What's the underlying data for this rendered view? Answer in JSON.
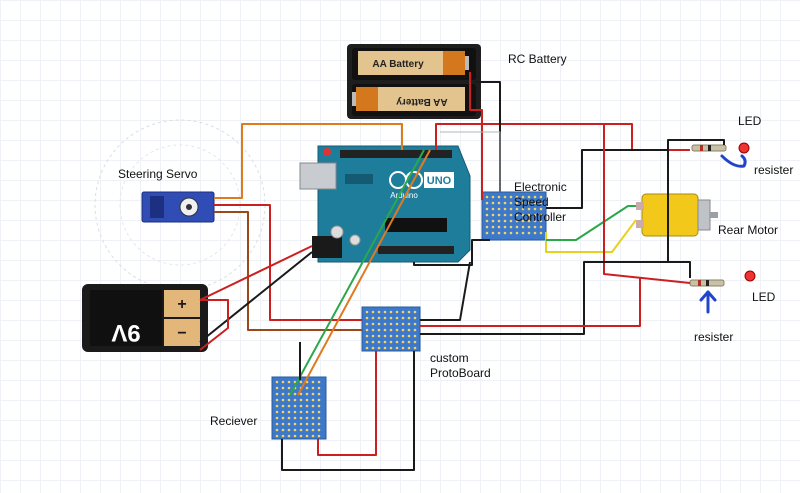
{
  "labels": {
    "rc_battery": "RC Battery",
    "steering_servo": "Steering Servo",
    "esc_line1": "Electronic",
    "esc_line2": "Speed",
    "esc_line3": "Controller",
    "led_top": "LED",
    "resister_top": "resister",
    "rear_motor": "Rear Motor",
    "led_bottom": "LED",
    "resister_bottom": "resister",
    "custom_line1": "custom",
    "custom_line2": "ProtoBoard",
    "reciever": "Reciever"
  },
  "battery_pack": {
    "cell_top": "AA Battery",
    "cell_bottom": "AA Battery"
  },
  "nine_volt": {
    "voltage": "9V",
    "plus": "+",
    "minus": "−"
  },
  "arduino": {
    "logo": "UNO",
    "brand": "Arduino"
  },
  "colors": {
    "orange_wire": "#e07a1f",
    "red_wire": "#cc1f1f",
    "black_wire": "#1a1a1a",
    "brown_wire": "#9a4a1a",
    "green_wire": "#2aa84a",
    "yellow_wire": "#e6d21e",
    "arduino_board": "#1f7d9c",
    "protoboard": "#3d79c8",
    "arrow": "#2244cc"
  },
  "icons": [
    "arrow-up-icon",
    "hand-drawn-arrow-icon"
  ]
}
